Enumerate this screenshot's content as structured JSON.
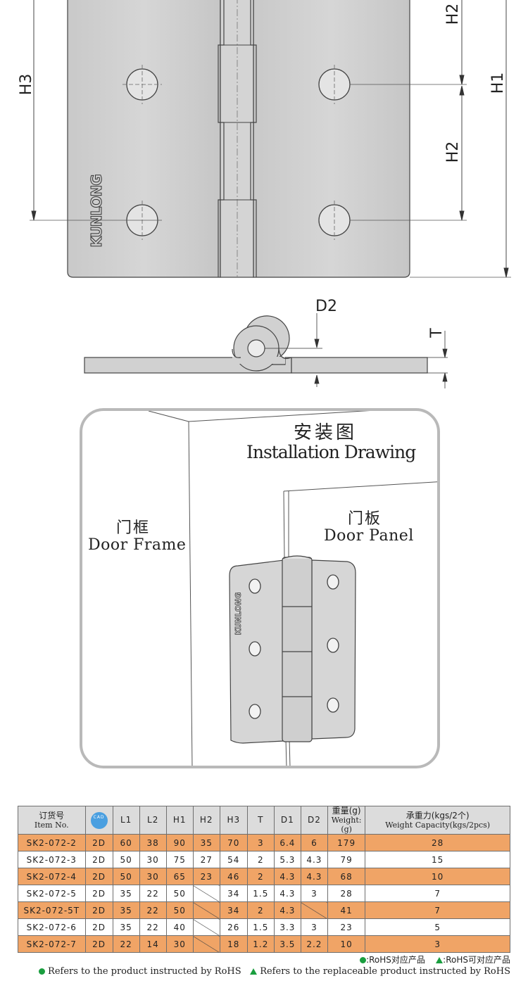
{
  "drawing": {
    "dim_h1": "H1",
    "dim_h2_top": "H2",
    "dim_h2_mid": "H2",
    "dim_h3": "H3",
    "dim_d2": "D2",
    "dim_t": "T",
    "brand": "KUNLONG"
  },
  "installation": {
    "title_cn": "安装图",
    "title_en": "Installation Drawing",
    "frame_cn": "门框",
    "frame_en": "Door Frame",
    "panel_cn": "门板",
    "panel_en": "Door Panel",
    "brand": "KUNLONG"
  },
  "table": {
    "headers": {
      "item_cn": "订货号",
      "item_en": "Item No.",
      "cad_top": "CAD",
      "l1": "L1",
      "l2": "L2",
      "h1": "H1",
      "h2": "H2",
      "h3": "H3",
      "t": "T",
      "d1": "D1",
      "d2": "D2",
      "weight_cn": "重量(g)",
      "weight_en": "Weight:(g)",
      "capacity_cn": "承重力(kgs/2个)",
      "capacity_en": "Weight Capacity(kgs/2pcs)"
    },
    "rows": [
      {
        "item": "SK2-072-2",
        "cad": "2D",
        "l1": "60",
        "l2": "38",
        "h1": "90",
        "h2": "35",
        "h3": "70",
        "t": "3",
        "d1": "6.4",
        "d2": "6",
        "weight": "179",
        "capacity": "28"
      },
      {
        "item": "SK2-072-3",
        "cad": "2D",
        "l1": "50",
        "l2": "30",
        "h1": "75",
        "h2": "27",
        "h3": "54",
        "t": "2",
        "d1": "5.3",
        "d2": "4.3",
        "weight": "79",
        "capacity": "15"
      },
      {
        "item": "SK2-072-4",
        "cad": "2D",
        "l1": "50",
        "l2": "30",
        "h1": "65",
        "h2": "23",
        "h3": "46",
        "t": "2",
        "d1": "4.3",
        "d2": "4.3",
        "weight": "68",
        "capacity": "10"
      },
      {
        "item": "SK2-072-5",
        "cad": "2D",
        "l1": "35",
        "l2": "22",
        "h1": "50",
        "h2": "",
        "h3": "34",
        "t": "1.5",
        "d1": "4.3",
        "d2": "3",
        "weight": "28",
        "capacity": "7"
      },
      {
        "item": "SK2-072-5T",
        "cad": "2D",
        "l1": "35",
        "l2": "22",
        "h1": "50",
        "h2": "",
        "h3": "34",
        "t": "2",
        "d1": "4.3",
        "d2": "",
        "weight": "41",
        "capacity": "7"
      },
      {
        "item": "SK2-072-6",
        "cad": "2D",
        "l1": "35",
        "l2": "22",
        "h1": "40",
        "h2": "",
        "h3": "26",
        "t": "1.5",
        "d1": "3.3",
        "d2": "3",
        "weight": "23",
        "capacity": "5"
      },
      {
        "item": "SK2-072-7",
        "cad": "2D",
        "l1": "22",
        "l2": "14",
        "h1": "30",
        "h2": "",
        "h3": "18",
        "t": "1.2",
        "d1": "3.5",
        "d2": "2.2",
        "weight": "10",
        "capacity": "3"
      }
    ]
  },
  "legend": {
    "rohs_cn": ":RoHS对应产品",
    "replace_cn": ":RoHS可对应产品",
    "rohs_en": "Refers to the product instructed by RoHS",
    "replace_en": "Refers to the replaceable product instructed by RoHS",
    "dot_color": "#1a9e3f"
  }
}
